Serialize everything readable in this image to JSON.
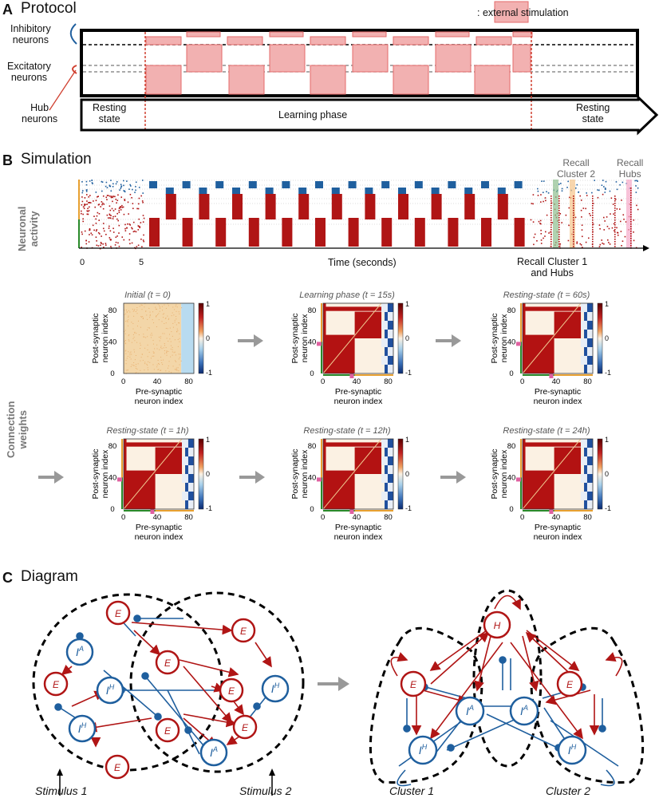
{
  "panelA": {
    "letter": "A",
    "title": "Protocol",
    "legend": ": external stimulation",
    "inhibitory": "Inhibitory\nneurons",
    "excitatory": "Excitatory\nneurons",
    "hub": "Hub\nneurons",
    "resting1": "Resting\nstate",
    "learning": "Learning phase",
    "resting2": "Resting\nstate"
  },
  "panelB": {
    "letter": "B",
    "title": "Simulation",
    "neuronal_activity": "Neuronal\nactivity",
    "recall_cluster2": "Recall\nCluster 2",
    "recall_hubs": "Recall\nHubs",
    "recall_cluster1": "Recall Cluster 1\nand Hubs",
    "time_label": "Time (seconds)",
    "tick0": "0",
    "tick5": "5",
    "connection_weights": "Connection\nweights",
    "matrices": [
      {
        "title": "Initial (t = 0)",
        "type": "initial"
      },
      {
        "title": "Learning phase (t = 15s)",
        "type": "learning"
      },
      {
        "title": "Resting-state (t = 60s)",
        "type": "rest"
      },
      {
        "title": "Resting-state (t = 1h)",
        "type": "rest"
      },
      {
        "title": "Resting-state (t = 12h)",
        "type": "rest"
      },
      {
        "title": "Resting-state (t = 24h)",
        "type": "rest"
      }
    ],
    "ylabel": "Post-synaptic\nneuron index",
    "xlabel": "Pre-synaptic\nneuron index",
    "xticks": [
      "0",
      "40",
      "80"
    ],
    "yticks": [
      "0",
      "40",
      "80"
    ],
    "cbar_ticks": [
      "1",
      "0",
      "-1"
    ]
  },
  "panelC": {
    "letter": "C",
    "title": "Diagram",
    "stimulus1": "Stimulus 1",
    "stimulus2": "Stimulus 2",
    "cluster1": "Cluster 1",
    "cluster2": "Cluster 2"
  },
  "colors": {
    "exc": "#b01515",
    "inh": "#1f5f9e",
    "stim_fill": "#f2b1b1",
    "stim_border": "#e46a6a",
    "gray_arrow": "#999999"
  }
}
